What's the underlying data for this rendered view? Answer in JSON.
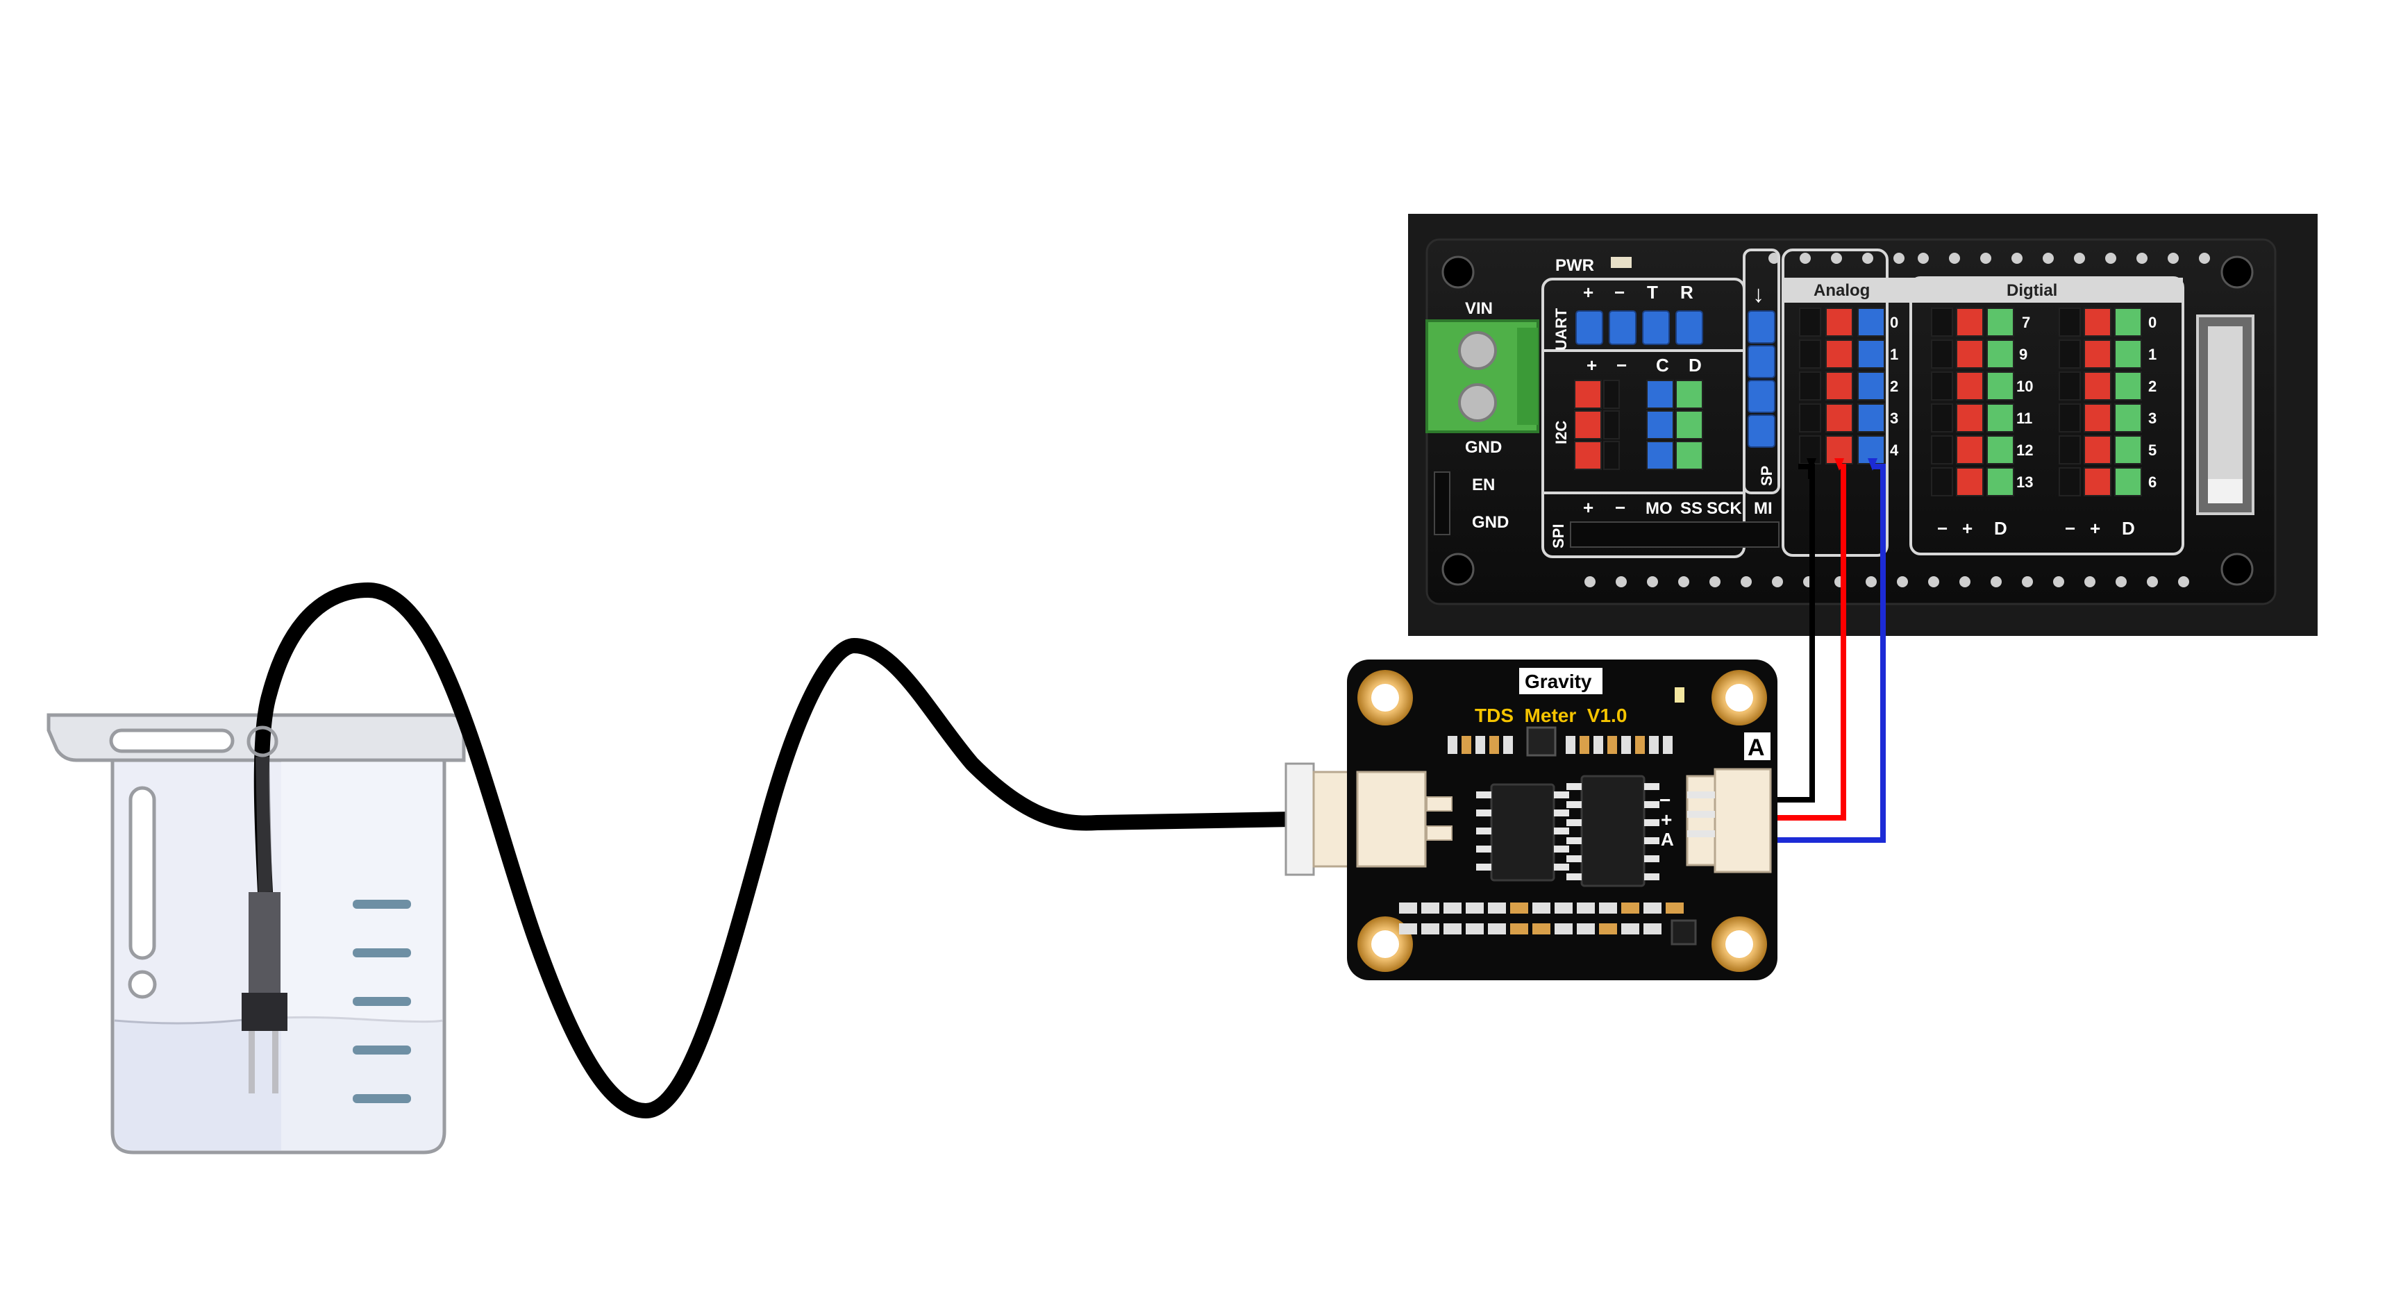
{
  "expansion_board": {
    "pwr": "PWR",
    "vin": "VIN",
    "gnd_terminal": "GND",
    "en": "EN",
    "gnd": "GND",
    "uart_title": "UART",
    "uart_pins": [
      "+",
      "−",
      "T",
      "R"
    ],
    "i2c_title": "I2C",
    "i2c_pins": [
      "+",
      "−",
      "C",
      "D"
    ],
    "spi_title": "SPI",
    "spi_pins": [
      "+",
      "−",
      "MO",
      "SS",
      "SCK",
      "MI"
    ],
    "sp_label": "SP",
    "arrow": "↓",
    "analog_title": "Analog",
    "analog_numbers": [
      "0",
      "1",
      "2",
      "3",
      "4"
    ],
    "digital_title": "Digtial",
    "digital_left_numbers": [
      "7",
      "9",
      "10",
      "11",
      "12",
      "13"
    ],
    "digital_right_numbers": [
      "0",
      "1",
      "2",
      "3",
      "5",
      "6"
    ],
    "digital_bottom_left": [
      "−",
      "+",
      "D"
    ],
    "digital_bottom_right": [
      "−",
      "+",
      "D"
    ]
  },
  "tds_module": {
    "brand": "Gravity",
    "title": "TDS  Meter  V1.0",
    "port_label": "A",
    "pins": [
      "−",
      "+",
      "A"
    ]
  },
  "colors": {
    "wire_black": "#000000",
    "wire_red": "#ff0000",
    "wire_blue": "#1c2bd6",
    "pin_red": "#e03a2e",
    "pin_blue": "#2f6fd8",
    "pin_green": "#5cc46a",
    "board_bg": "#111111",
    "gold": "#d9a04a"
  }
}
